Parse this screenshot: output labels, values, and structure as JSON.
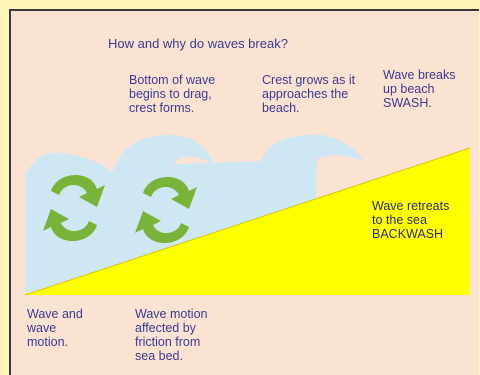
{
  "title": "How and why do waves break?",
  "labels": {
    "crest_forms": "Bottom of wave\nbegins to drag,\ncrest forms.",
    "crest_grows": "Crest grows as it\napproaches the\nbeach.",
    "swash": "Wave breaks\nup beach\nSWASH.",
    "backwash": "Wave retreats\nto the sea\nBACKWASH",
    "wave_motion": "Wave and\nwave\nmotion.",
    "friction": "Wave motion\naffected by\nfriction from\nsea bed."
  },
  "footer": "...........",
  "colors": {
    "background": "#fbe3d3",
    "border": "#fdf6b8",
    "water": "#cfe6f3",
    "beach": "#ffff00",
    "arrows": "#7ab33a",
    "text": "#3b3b8f"
  },
  "icons": [
    "rotation-arrow-icon",
    "rotation-arrow-icon"
  ]
}
